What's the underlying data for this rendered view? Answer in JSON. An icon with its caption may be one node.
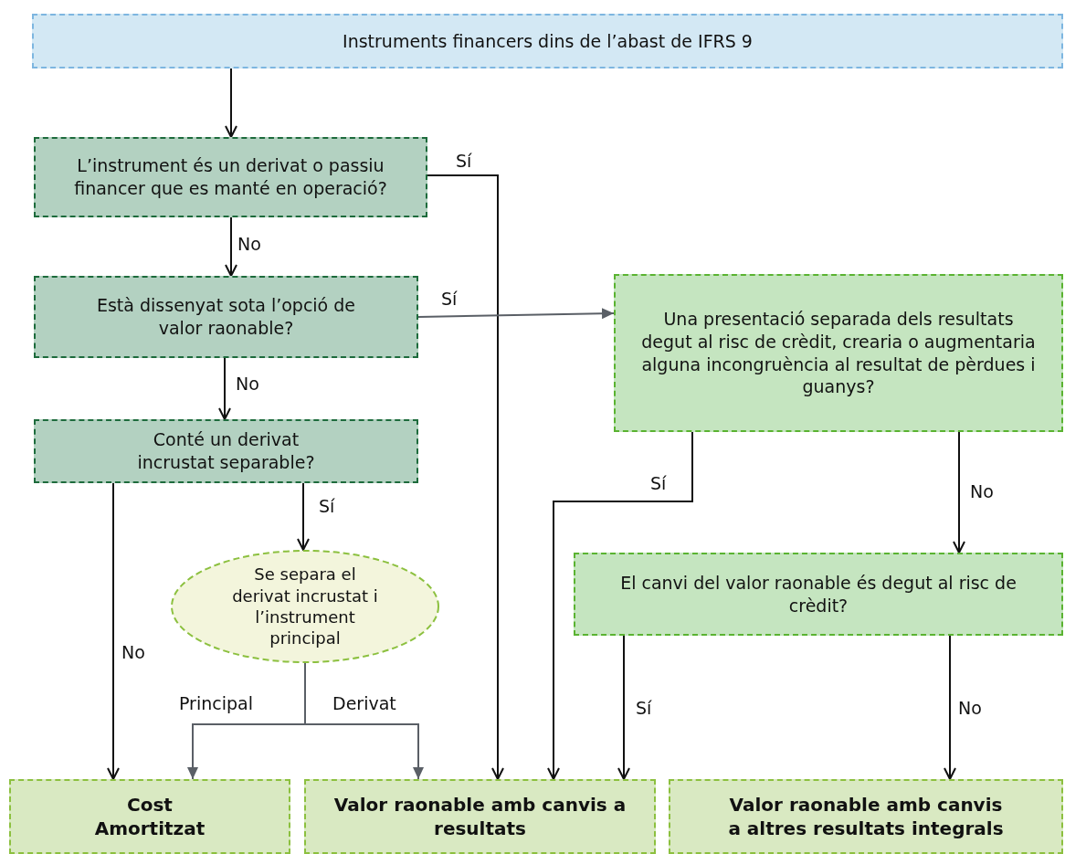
{
  "diagram": {
    "nodes": [
      {
        "text": [
          "Instruments financers dins de l’abast de IFRS 9"
        ]
      },
      {
        "text": [
          "L’instrument és un derivat o passiu financer que es manté en operació?"
        ]
      },
      {
        "text": [
          "Està dissenyat sota l’opció de valor raonable?"
        ]
      },
      {
        "text": [
          "Conté un derivat incrustat separable?"
        ]
      },
      {
        "text": [
          "Se separa el derivat incrustat i l’instrument principal"
        ]
      },
      {
        "text": [
          "Una presentació separada dels resultats degut al risc de crèdit, crearia o augmentaria alguna incongruència al resultat de pèrdues i guanys?"
        ]
      },
      {
        "text": [
          "El canvi del valor raonable és degut al risc de crèdit?"
        ]
      },
      {
        "text": [
          "Cost Amortitzat"
        ]
      },
      {
        "text": [
          "Valor raonable amb canvis a resultats"
        ]
      },
      {
        "text": [
          "Valor raonable amb canvis a altres resultats integrals"
        ]
      }
    ],
    "edges": [
      {
        "from": 0,
        "to": 1,
        "arrow": "to"
      },
      {
        "from": 1,
        "to": 2,
        "label": "No",
        "arrow": "to"
      },
      {
        "from": 1,
        "to": 8,
        "label": "Sí",
        "arrow": "to"
      },
      {
        "from": 2,
        "to": 5,
        "label": "Sí",
        "arrow": "to",
        "color": "#5a5f66"
      },
      {
        "from": 2,
        "to": 3,
        "label": "No",
        "arrow": "to"
      },
      {
        "from": 3,
        "to": 4,
        "label": "Sí",
        "arrow": "to"
      },
      {
        "from": 3,
        "to": 7,
        "label": "No",
        "arrow": "to"
      },
      {
        "from": 4,
        "to": 7,
        "label": "Principal",
        "arrow": "to",
        "color": "#5a5f66"
      },
      {
        "from": 4,
        "to": 8,
        "label": "Derivat",
        "arrow": "to",
        "color": "#5a5f66"
      },
      {
        "from": 5,
        "to": 8,
        "label": "Sí",
        "arrow": "to"
      },
      {
        "from": 5,
        "to": 6,
        "label": "No",
        "arrow": "to"
      },
      {
        "from": 6,
        "to": 8,
        "label": "Sí",
        "arrow": "to"
      },
      {
        "from": 6,
        "to": 9,
        "label": "No",
        "arrow": "to"
      }
    ]
  }
}
